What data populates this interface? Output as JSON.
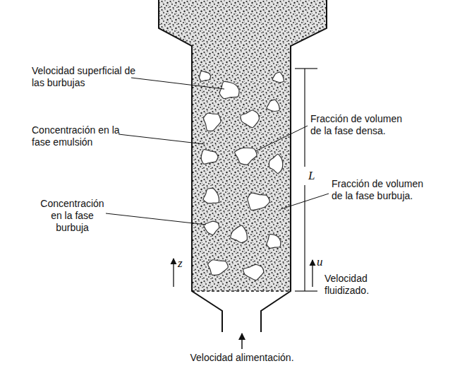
{
  "diagram": {
    "labels": [
      "Velocidad superficial de las burbujas",
      "Concentración en la fase emulsión",
      "Concentración en la fase burbuja",
      "Fracción de volumen de la fase densa.",
      "L",
      "Fracción de volumen de la fase burbuja.",
      "z",
      "u",
      "Velocidad fluidizado.",
      "Velocidad alimentación."
    ]
  }
}
